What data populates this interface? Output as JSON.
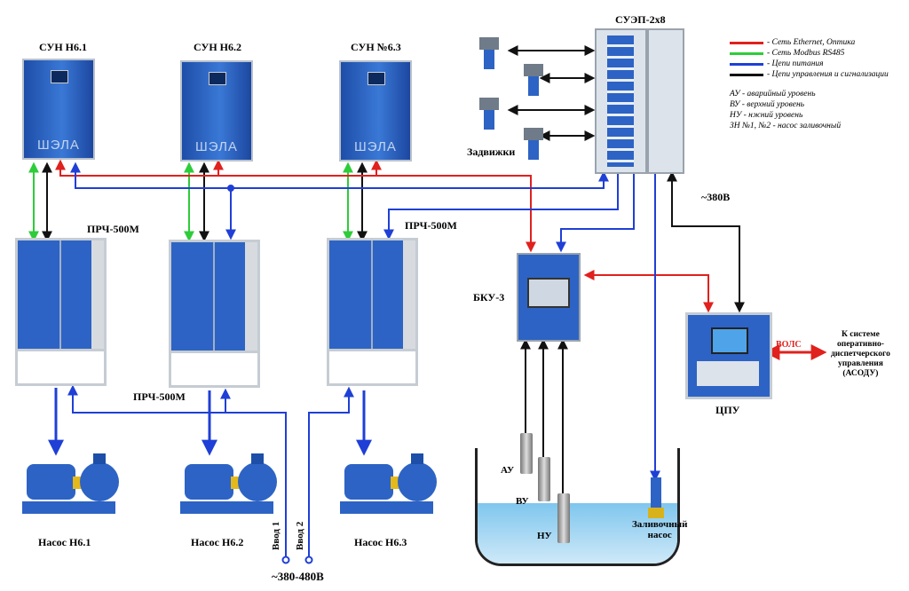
{
  "labels": {
    "sun1": "СУН Н6.1",
    "sun2": "СУН Н6.2",
    "sun3": "СУН №6.3",
    "suep": "СУЭП-2х8",
    "zadvizhki": "Задвижки",
    "prch_top1": "ПРЧ-500М",
    "prch_top3": "ПРЧ-500М",
    "prch_bottom": "ПРЧ-500М",
    "bku": "БКУ-3",
    "v380": "~380В",
    "cpu": "ЦПУ",
    "vols": "ВОЛС",
    "asodu": "К системе\nоперативно-\nдиспетчерского\nуправления\n(АСОДУ)",
    "pump1": "Насос Н6.1",
    "pump2": "Насос Н6.2",
    "pump3": "Насос Н6.3",
    "vvod1": "Ввод 1",
    "vvod2": "Ввод 2",
    "v380_480": "~380-480В",
    "au": "АУ",
    "vu": "ВУ",
    "nu": "НУ",
    "priming_pump": "Заливочный\nнасос",
    "brand": "ШЭЛА"
  },
  "legend": [
    {
      "color": "#e0211d",
      "text": "- Сеть Ethernet, Оптика"
    },
    {
      "color": "#2ecc3a",
      "text": "- Сеть Modbus RS485"
    },
    {
      "color": "#1f3fd6",
      "text": "- Цепи питания"
    },
    {
      "color": "#111111",
      "text": "- Цепи управления и сигнализации"
    }
  ],
  "notes": [
    "АУ - аварийный уровень",
    "ВУ - верхний уровень",
    "НУ - нжний уровень",
    "ЗН №1, №2 - насос заливочный"
  ],
  "colors": {
    "ethernet": "#e0211d",
    "modbus": "#2ecc3a",
    "power": "#1f3fd6",
    "control": "#111111",
    "cabinet": "#2d63c4"
  }
}
